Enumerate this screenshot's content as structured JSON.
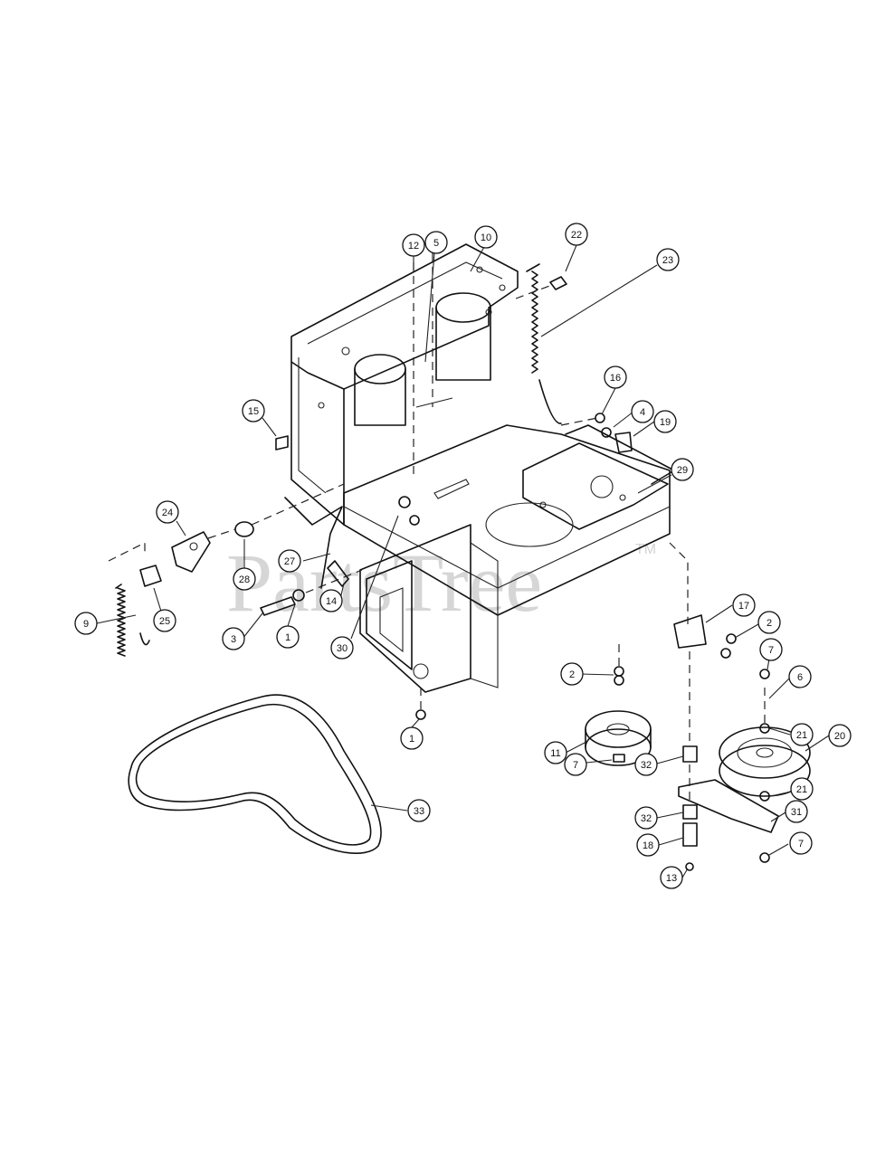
{
  "watermark": {
    "text": "PartsTree",
    "tm": "TM"
  },
  "callouts": [
    {
      "label": "12"
    },
    {
      "label": "5"
    },
    {
      "label": "10"
    },
    {
      "label": "22"
    },
    {
      "label": "23"
    },
    {
      "label": "15"
    },
    {
      "label": "16"
    },
    {
      "label": "4"
    },
    {
      "label": "19"
    },
    {
      "label": "29"
    },
    {
      "label": "24"
    },
    {
      "label": "28"
    },
    {
      "label": "27"
    },
    {
      "label": "9"
    },
    {
      "label": "25"
    },
    {
      "label": "3"
    },
    {
      "label": "1"
    },
    {
      "label": "14"
    },
    {
      "label": "30"
    },
    {
      "label": "1"
    },
    {
      "label": "17"
    },
    {
      "label": "2"
    },
    {
      "label": "7"
    },
    {
      "label": "6"
    },
    {
      "label": "2"
    },
    {
      "label": "11"
    },
    {
      "label": "7"
    },
    {
      "label": "21"
    },
    {
      "label": "20"
    },
    {
      "label": "32"
    },
    {
      "label": "21"
    },
    {
      "label": "31"
    },
    {
      "label": "32"
    },
    {
      "label": "18"
    },
    {
      "label": "7"
    },
    {
      "label": "13"
    },
    {
      "label": "33"
    }
  ]
}
